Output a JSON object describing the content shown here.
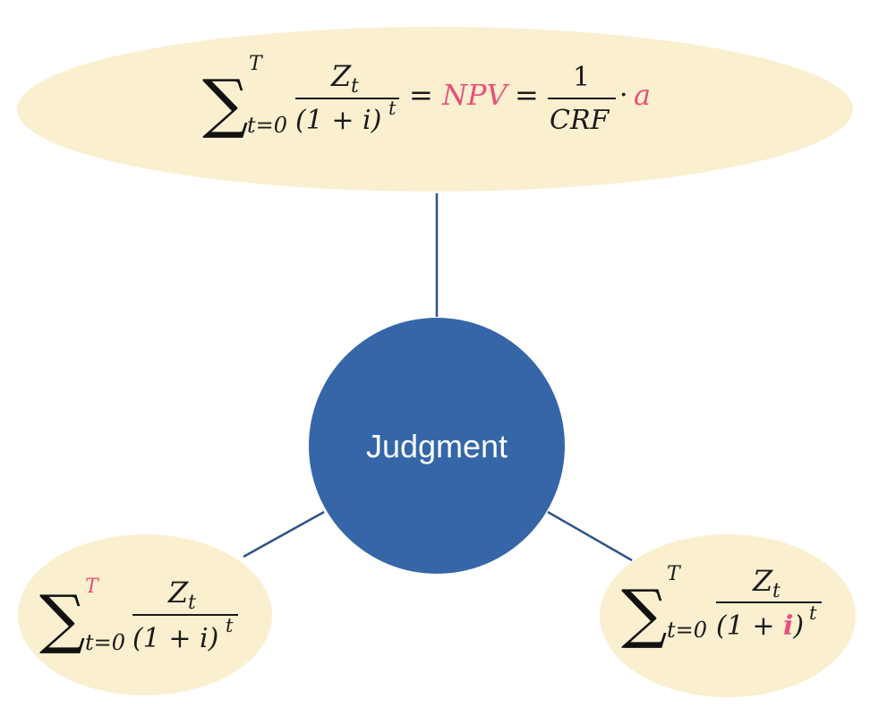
{
  "colors": {
    "ellipse_fill": "#faefcf",
    "circle_fill": "#3566a8",
    "connector": "#2f5489",
    "highlight": "#e8507a",
    "text": "#1a1a1a",
    "center_text": "#ffffff"
  },
  "center": {
    "label": "Judgment"
  },
  "top_formula": {
    "sum_upper": "T",
    "sum_lower": "t=0",
    "numerator": "Z",
    "numerator_sub": "t",
    "denominator": "(1 + i)",
    "denominator_sup": "t",
    "eq1": "=",
    "npv": "NPV",
    "eq2": "=",
    "frac2_num": "1",
    "frac2_den": "CRF",
    "dot": "·",
    "a": "a"
  },
  "left_formula": {
    "sum_upper": "T",
    "sum_lower": "t=0",
    "numerator": "Z",
    "numerator_sub": "t",
    "denominator": "(1 + i)",
    "denominator_sup": "t",
    "highlighted_symbol": "T"
  },
  "right_formula": {
    "sum_upper": "T",
    "sum_lower": "t=0",
    "numerator": "Z",
    "numerator_sub": "t",
    "denominator_open": "(1 + ",
    "denominator_i": "i",
    "denominator_close": ")",
    "denominator_sup": "t",
    "highlighted_symbol": "i"
  }
}
